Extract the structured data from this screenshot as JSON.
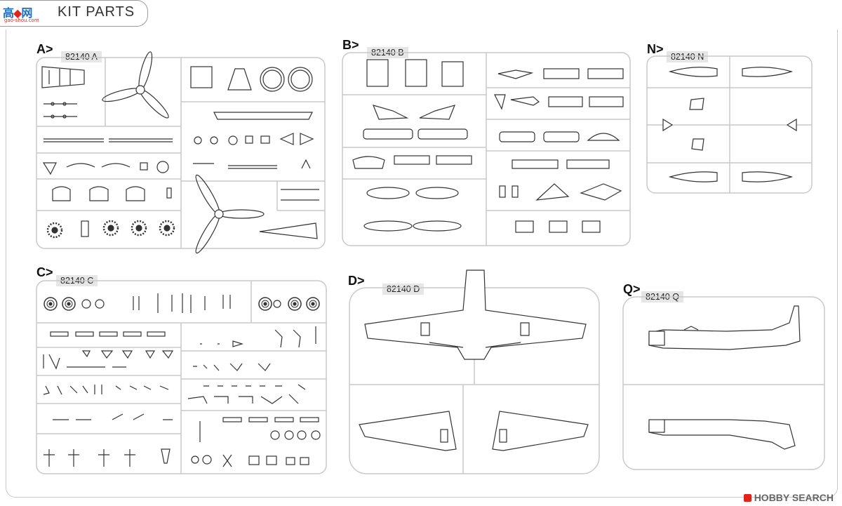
{
  "header": {
    "logo_part1": "高",
    "logo_part2": "🔸",
    "logo_part3": "网",
    "logo_sub": "gao-shou.com",
    "title": "KIT PARTS"
  },
  "sections": {
    "A": {
      "letter": "A>",
      "tag": "82140 A"
    },
    "B": {
      "letter": "B>",
      "tag": "82140 B"
    },
    "N": {
      "letter": "N>",
      "tag": "82140 N"
    },
    "C": {
      "letter": "C>",
      "tag": "82140 C"
    },
    "D": {
      "letter": "D>",
      "tag": "82140 D"
    },
    "Q": {
      "letter": "Q>",
      "tag": "82140 Q"
    }
  },
  "watermark": "HOBBY SEARCH",
  "colors": {
    "frame": "#c9c9c9",
    "line": "#333333",
    "tag_bg": "#e6e6e6"
  }
}
